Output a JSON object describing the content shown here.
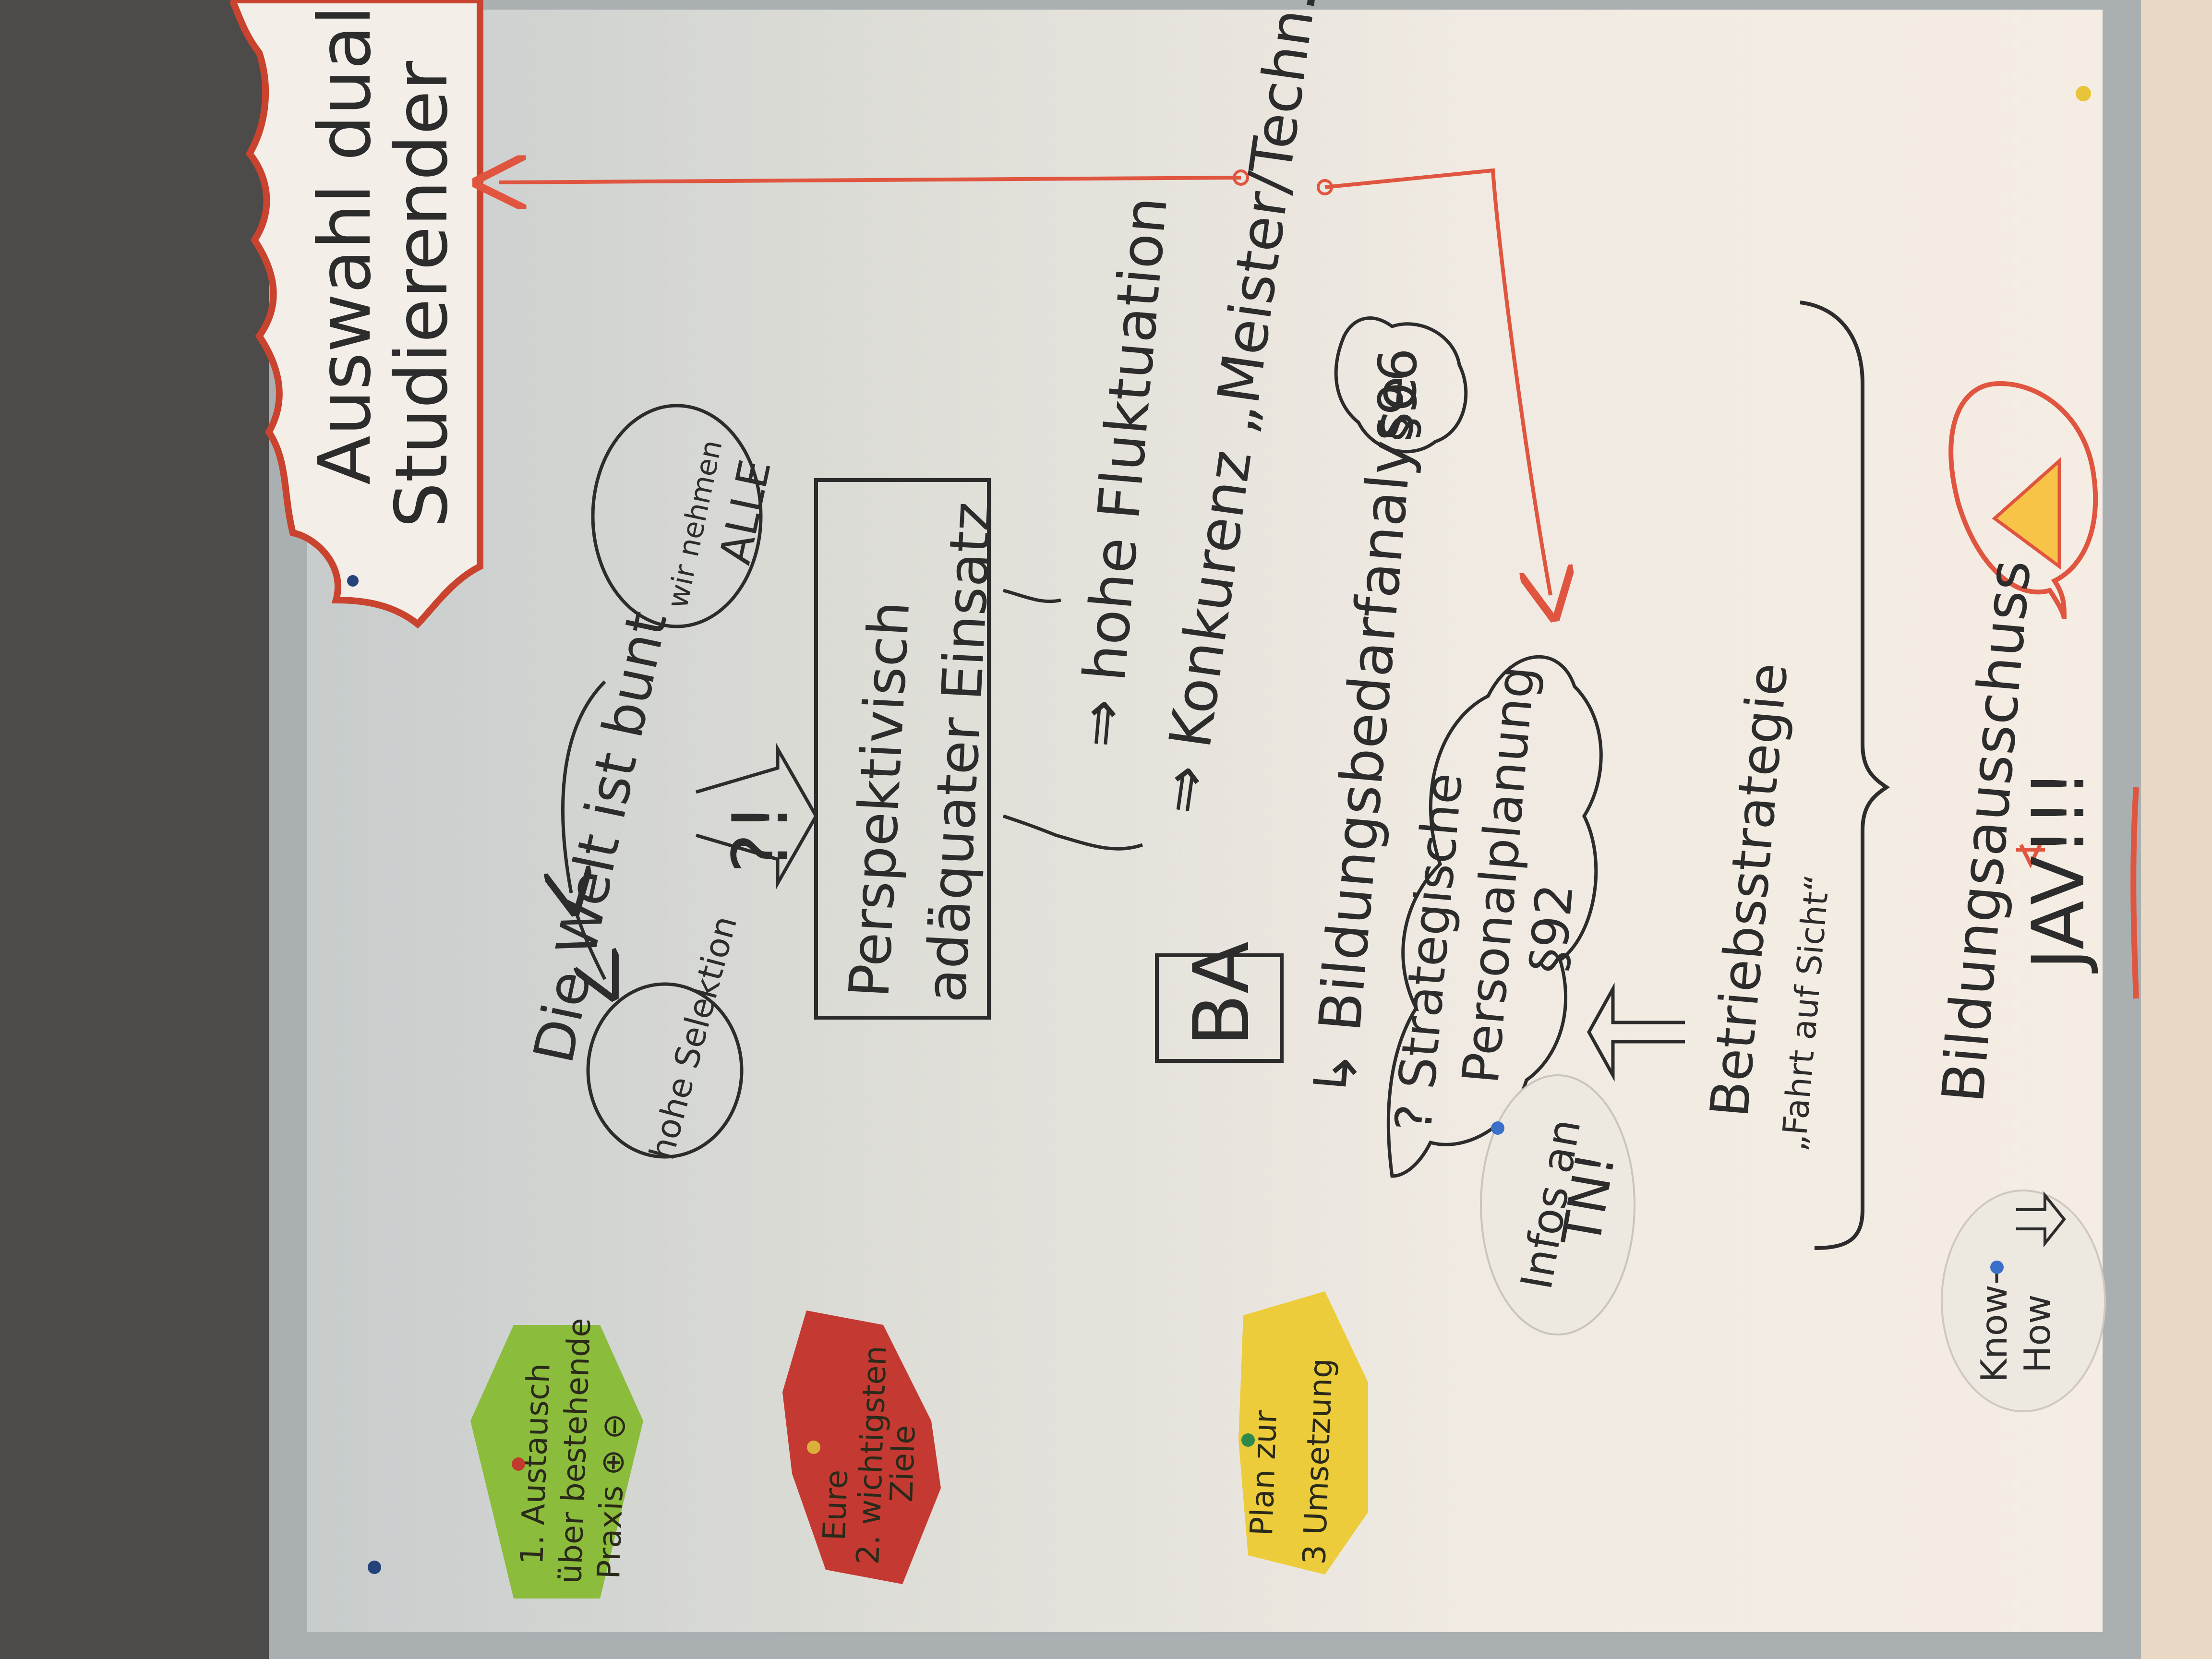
{
  "title": {
    "line1": "Auswahl dual.",
    "line2": "Studierender"
  },
  "world_question": "Die Welt ist bunt",
  "high_selection": "hohe Selektion",
  "we_take_all": {
    "line1": "wir nehmen",
    "line2": "ALLE"
  },
  "question_mark": "?!",
  "perspective_box": {
    "line1": "Perspektivisch",
    "line2": "adäquater Einsatz"
  },
  "points": [
    "⇒ hohe Fluktuation",
    "⇒ Konkurenz „Meister/Techn."
  ],
  "ba_box": "BA",
  "education_analysis": "↳ Bildungsbedarfanalyse",
  "para96": "§96",
  "strategic_cloud": {
    "line1": "? Strategische",
    "line2": "Personalplanung",
    "line3": "§92"
  },
  "company_strategy": {
    "line1": "Betriebsstrategie",
    "line2": "„Fahrt auf Sicht“"
  },
  "infos_bubble": {
    "line1": "Infos an",
    "line2": "TN!"
  },
  "knowhow_bubble": {
    "line1": "Know-",
    "line2": "How"
  },
  "education_committee": "Bildungsausschuss",
  "jav": "JAV!!!",
  "warning_icon": "warning-triangle-icon",
  "cards": {
    "green": {
      "line1": "1. Austausch",
      "line2": "über bestehende",
      "line3": "Praxis ⊕ ⊖"
    },
    "red": {
      "line1": "Eure",
      "line2": "2. wichtigsten",
      "line3": "Ziele"
    },
    "yellow": {
      "line1": "Plan zur",
      "line2": "3 Umsetzung"
    }
  },
  "colors": {
    "ink": "#2c2c2c",
    "accent_red": "#e0553f",
    "cloud_red": "#c9432f",
    "card_green": "#8cbc3c",
    "card_red": "#c43a32",
    "card_yellow": "#eccc3a"
  }
}
